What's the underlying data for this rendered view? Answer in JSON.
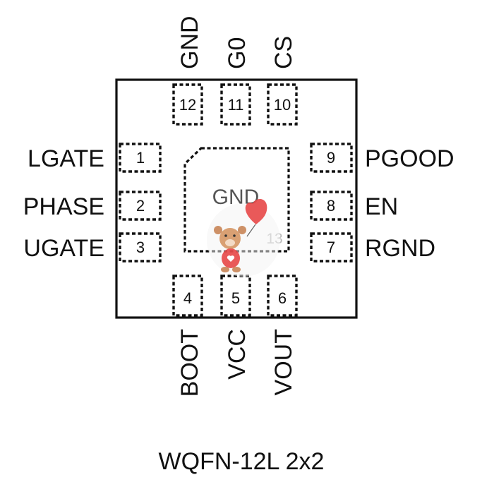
{
  "package_label": "WQFN-12L 2x2",
  "exposed_pad": {
    "name": "GND",
    "number": "13"
  },
  "pins": {
    "left": [
      {
        "number": "1",
        "name": "LGATE"
      },
      {
        "number": "2",
        "name": "PHASE"
      },
      {
        "number": "3",
        "name": "UGATE"
      }
    ],
    "right": [
      {
        "number": "9",
        "name": "PGOOD"
      },
      {
        "number": "8",
        "name": "EN"
      },
      {
        "number": "7",
        "name": "RGND"
      }
    ],
    "top": [
      {
        "number": "12",
        "name": "GND"
      },
      {
        "number": "11",
        "name": "G0"
      },
      {
        "number": "10",
        "name": "CS"
      }
    ],
    "bottom": [
      {
        "number": "4",
        "name": "BOOT"
      },
      {
        "number": "5",
        "name": "VCC"
      },
      {
        "number": "6",
        "name": "VOUT"
      }
    ]
  },
  "watermark": {
    "icon": "teddy-bear-with-heart-balloon-icon",
    "heart_color": "#e84c4c",
    "bear_color": "#c9875a"
  }
}
